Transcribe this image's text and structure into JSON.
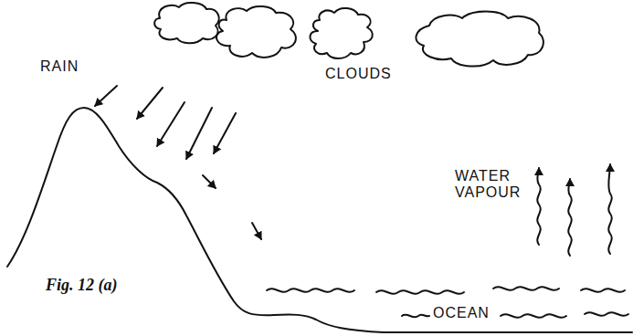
{
  "diagram": {
    "caption": "Fig. 12 (a)",
    "labels": [
      "RAIN",
      "CLOUDS",
      "WATER VAPOUR",
      "OCEAN"
    ]
  }
}
